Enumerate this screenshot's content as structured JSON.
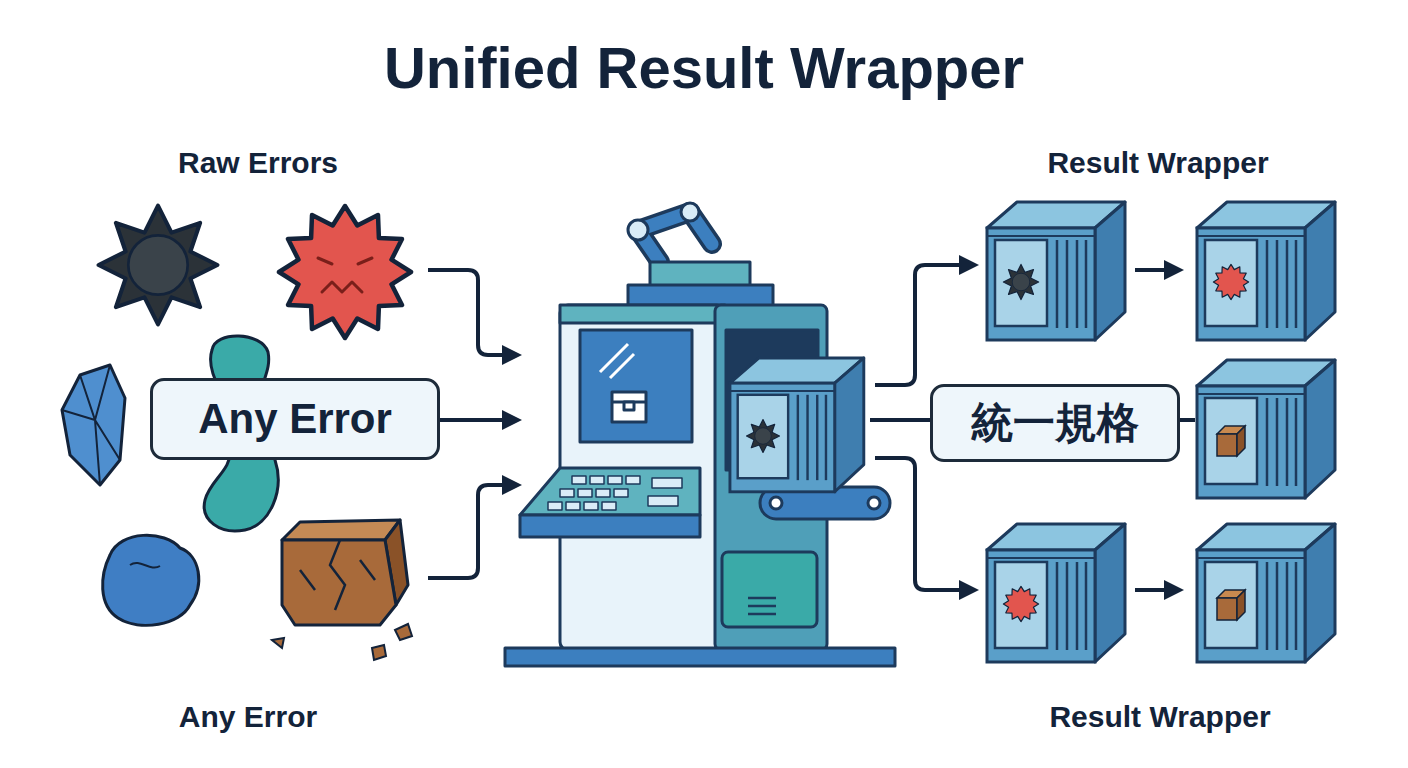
{
  "diagram": {
    "title": "Unified Result Wrapper",
    "nodes": [
      {
        "text": [
          "Any Error"
        ]
      },
      {
        "text": [
          "統一規格"
        ]
      }
    ],
    "labels": [
      "Raw Errors",
      "Result Wrapper",
      "Any Error",
      "Result Wrapper"
    ]
  }
}
